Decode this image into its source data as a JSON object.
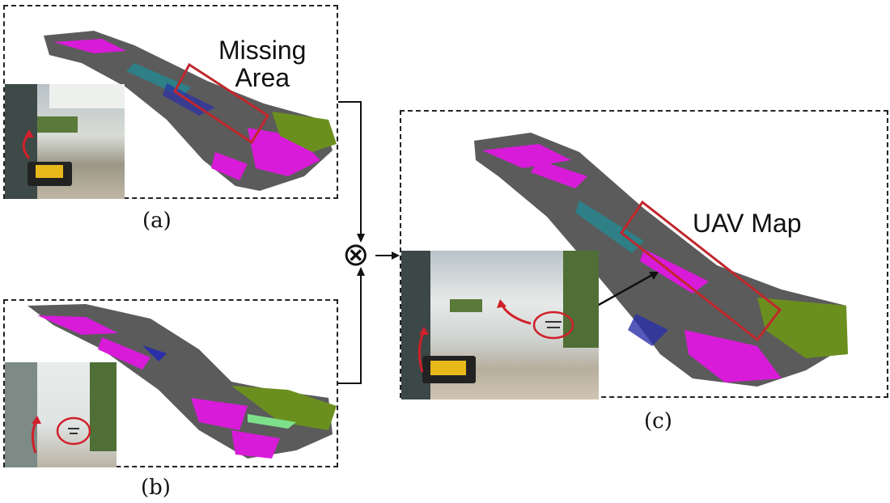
{
  "panels": {
    "a": {
      "caption": "(a)",
      "annotation_line1": "Missing",
      "annotation_line2": "Area"
    },
    "b": {
      "caption": "(b)"
    },
    "c": {
      "caption": "(c)",
      "annotation": "UAV Map"
    }
  },
  "fusion_operator_symbol": "⊗",
  "colors": {
    "pointcloud_gray": "#5b5b5b",
    "pointcloud_magenta": "#d81bd8",
    "pointcloud_green": "#6b8f1e",
    "pointcloud_blue": "#2a2fa8",
    "pointcloud_teal": "#2e7f86",
    "highlight_box": "#c0272d",
    "trajectory_arrow": "#d0202b",
    "frame_line": "#222222"
  }
}
